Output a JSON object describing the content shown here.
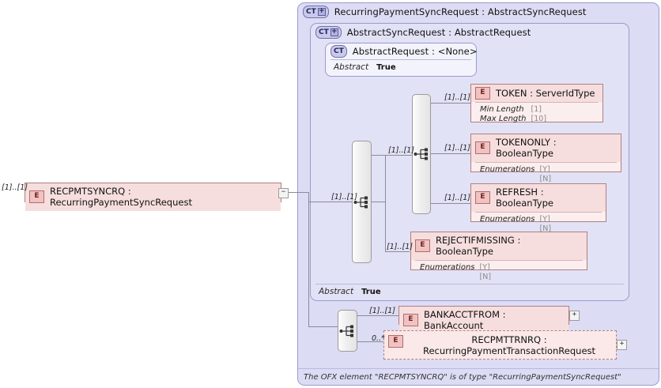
{
  "diagram": {
    "root_element": {
      "cardinality": "[1]..[1]",
      "badge": "E",
      "label": "RECPMTSYNCRQ : RecurringPaymentSyncRequest",
      "stub": "−"
    },
    "containers": [
      {
        "badge": "CT",
        "plus": "+",
        "title": "RecurringPaymentSyncRequest : AbstractSyncRequest"
      },
      {
        "badge": "CT",
        "plus": "+",
        "title": "AbstractSyncRequest : AbstractRequest",
        "footer_key": "Abstract",
        "footer_value": "True"
      },
      {
        "badge": "CT",
        "plus": "",
        "title": "AbstractRequest : <None>",
        "footer_key": "Abstract",
        "footer_value": "True"
      }
    ],
    "elements": [
      {
        "badge": "E",
        "cardinality": "[1]..[1]",
        "label": "TOKEN   : ServerIdType",
        "facet_keys": [
          "Min Length",
          "Max Length"
        ],
        "facet_values": [
          "[1]",
          "[10]"
        ]
      },
      {
        "badge": "E",
        "cardinality": "[1]..[1]",
        "label": "TOKENONLY : BooleanType",
        "facet_keys": [
          "Enumerations"
        ],
        "facet_values": [
          "[Y]",
          "[N]"
        ]
      },
      {
        "badge": "E",
        "cardinality": "[1]..[1]",
        "label": "REFRESH : BooleanType",
        "facet_keys": [
          "Enumerations"
        ],
        "facet_values": [
          "[Y]",
          "[N]"
        ]
      },
      {
        "badge": "E",
        "cardinality": "[1]..[1]",
        "label": "REJECTIFMISSING : BooleanType",
        "facet_keys": [
          "Enumerations"
        ],
        "facet_values": [
          "[Y]",
          "[N]"
        ]
      },
      {
        "badge": "E",
        "cardinality": "[1]..[1]",
        "label": "BANKACCTFROM : BankAccount",
        "stub": "+"
      },
      {
        "badge": "E",
        "cardinality": "0..*",
        "label": "RECPMTTRNRQ : RecurringPaymentTransactionRequest",
        "stub": "+"
      }
    ],
    "inner_cardinalities": {
      "outer_seq_left": "[1]..[1]",
      "inner_seq_top": "[1]..[1]"
    },
    "footer_note": "The OFX element \"RECPMTSYNCRQ\" is of type \"RecurringPaymentSyncRequest\""
  }
}
